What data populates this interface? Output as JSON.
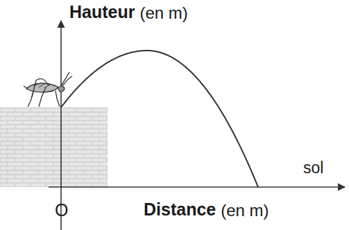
{
  "diagram": {
    "labels": [
      "Hauteur",
      "(en m)",
      "sol",
      "O",
      "Distance",
      "(en m)"
    ]
  }
}
